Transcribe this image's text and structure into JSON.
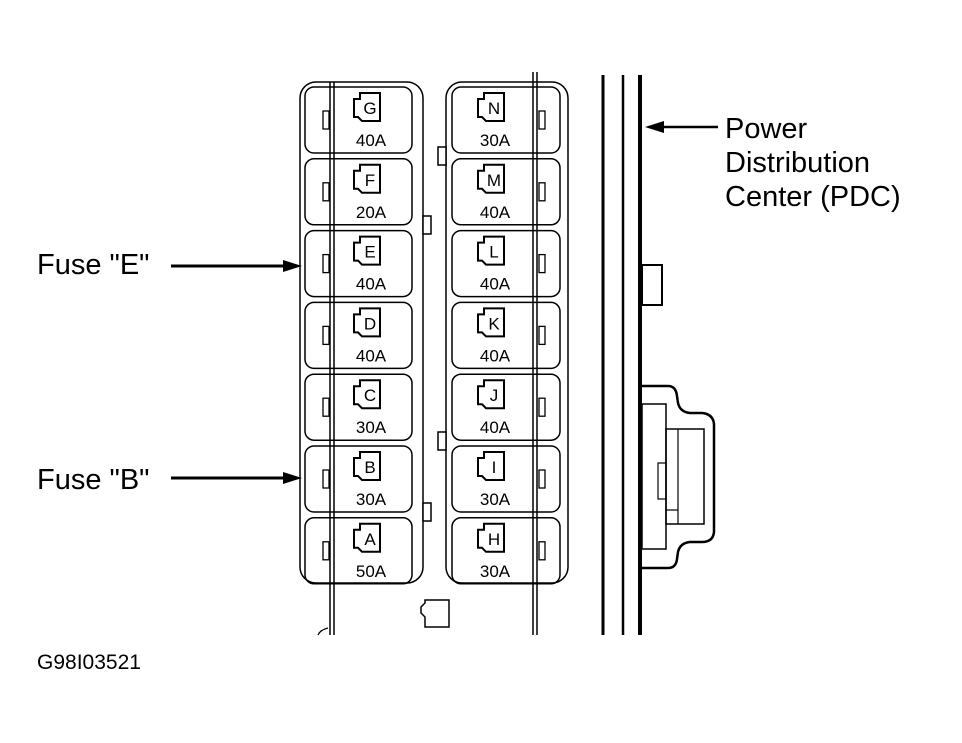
{
  "figure_code": "G98I03521",
  "callouts": {
    "pdc": {
      "lines": [
        "Power",
        "Distribution",
        "Center (PDC)"
      ],
      "target": "Power Distribution Center (PDC)"
    },
    "fuse_e": {
      "label": "Fuse \"E\"",
      "target_fuse": "E"
    },
    "fuse_b": {
      "label": "Fuse \"B\"",
      "target_fuse": "B"
    }
  },
  "fuse_columns": {
    "left": [
      {
        "id": "G",
        "rating": "40A"
      },
      {
        "id": "F",
        "rating": "20A"
      },
      {
        "id": "E",
        "rating": "40A"
      },
      {
        "id": "D",
        "rating": "40A"
      },
      {
        "id": "C",
        "rating": "30A"
      },
      {
        "id": "B",
        "rating": "30A"
      },
      {
        "id": "A",
        "rating": "50A"
      }
    ],
    "right": [
      {
        "id": "N",
        "rating": "30A"
      },
      {
        "id": "M",
        "rating": "40A"
      },
      {
        "id": "L",
        "rating": "40A"
      },
      {
        "id": "K",
        "rating": "40A"
      },
      {
        "id": "J",
        "rating": "40A"
      },
      {
        "id": "I",
        "rating": "30A"
      },
      {
        "id": "H",
        "rating": "30A"
      }
    ]
  }
}
